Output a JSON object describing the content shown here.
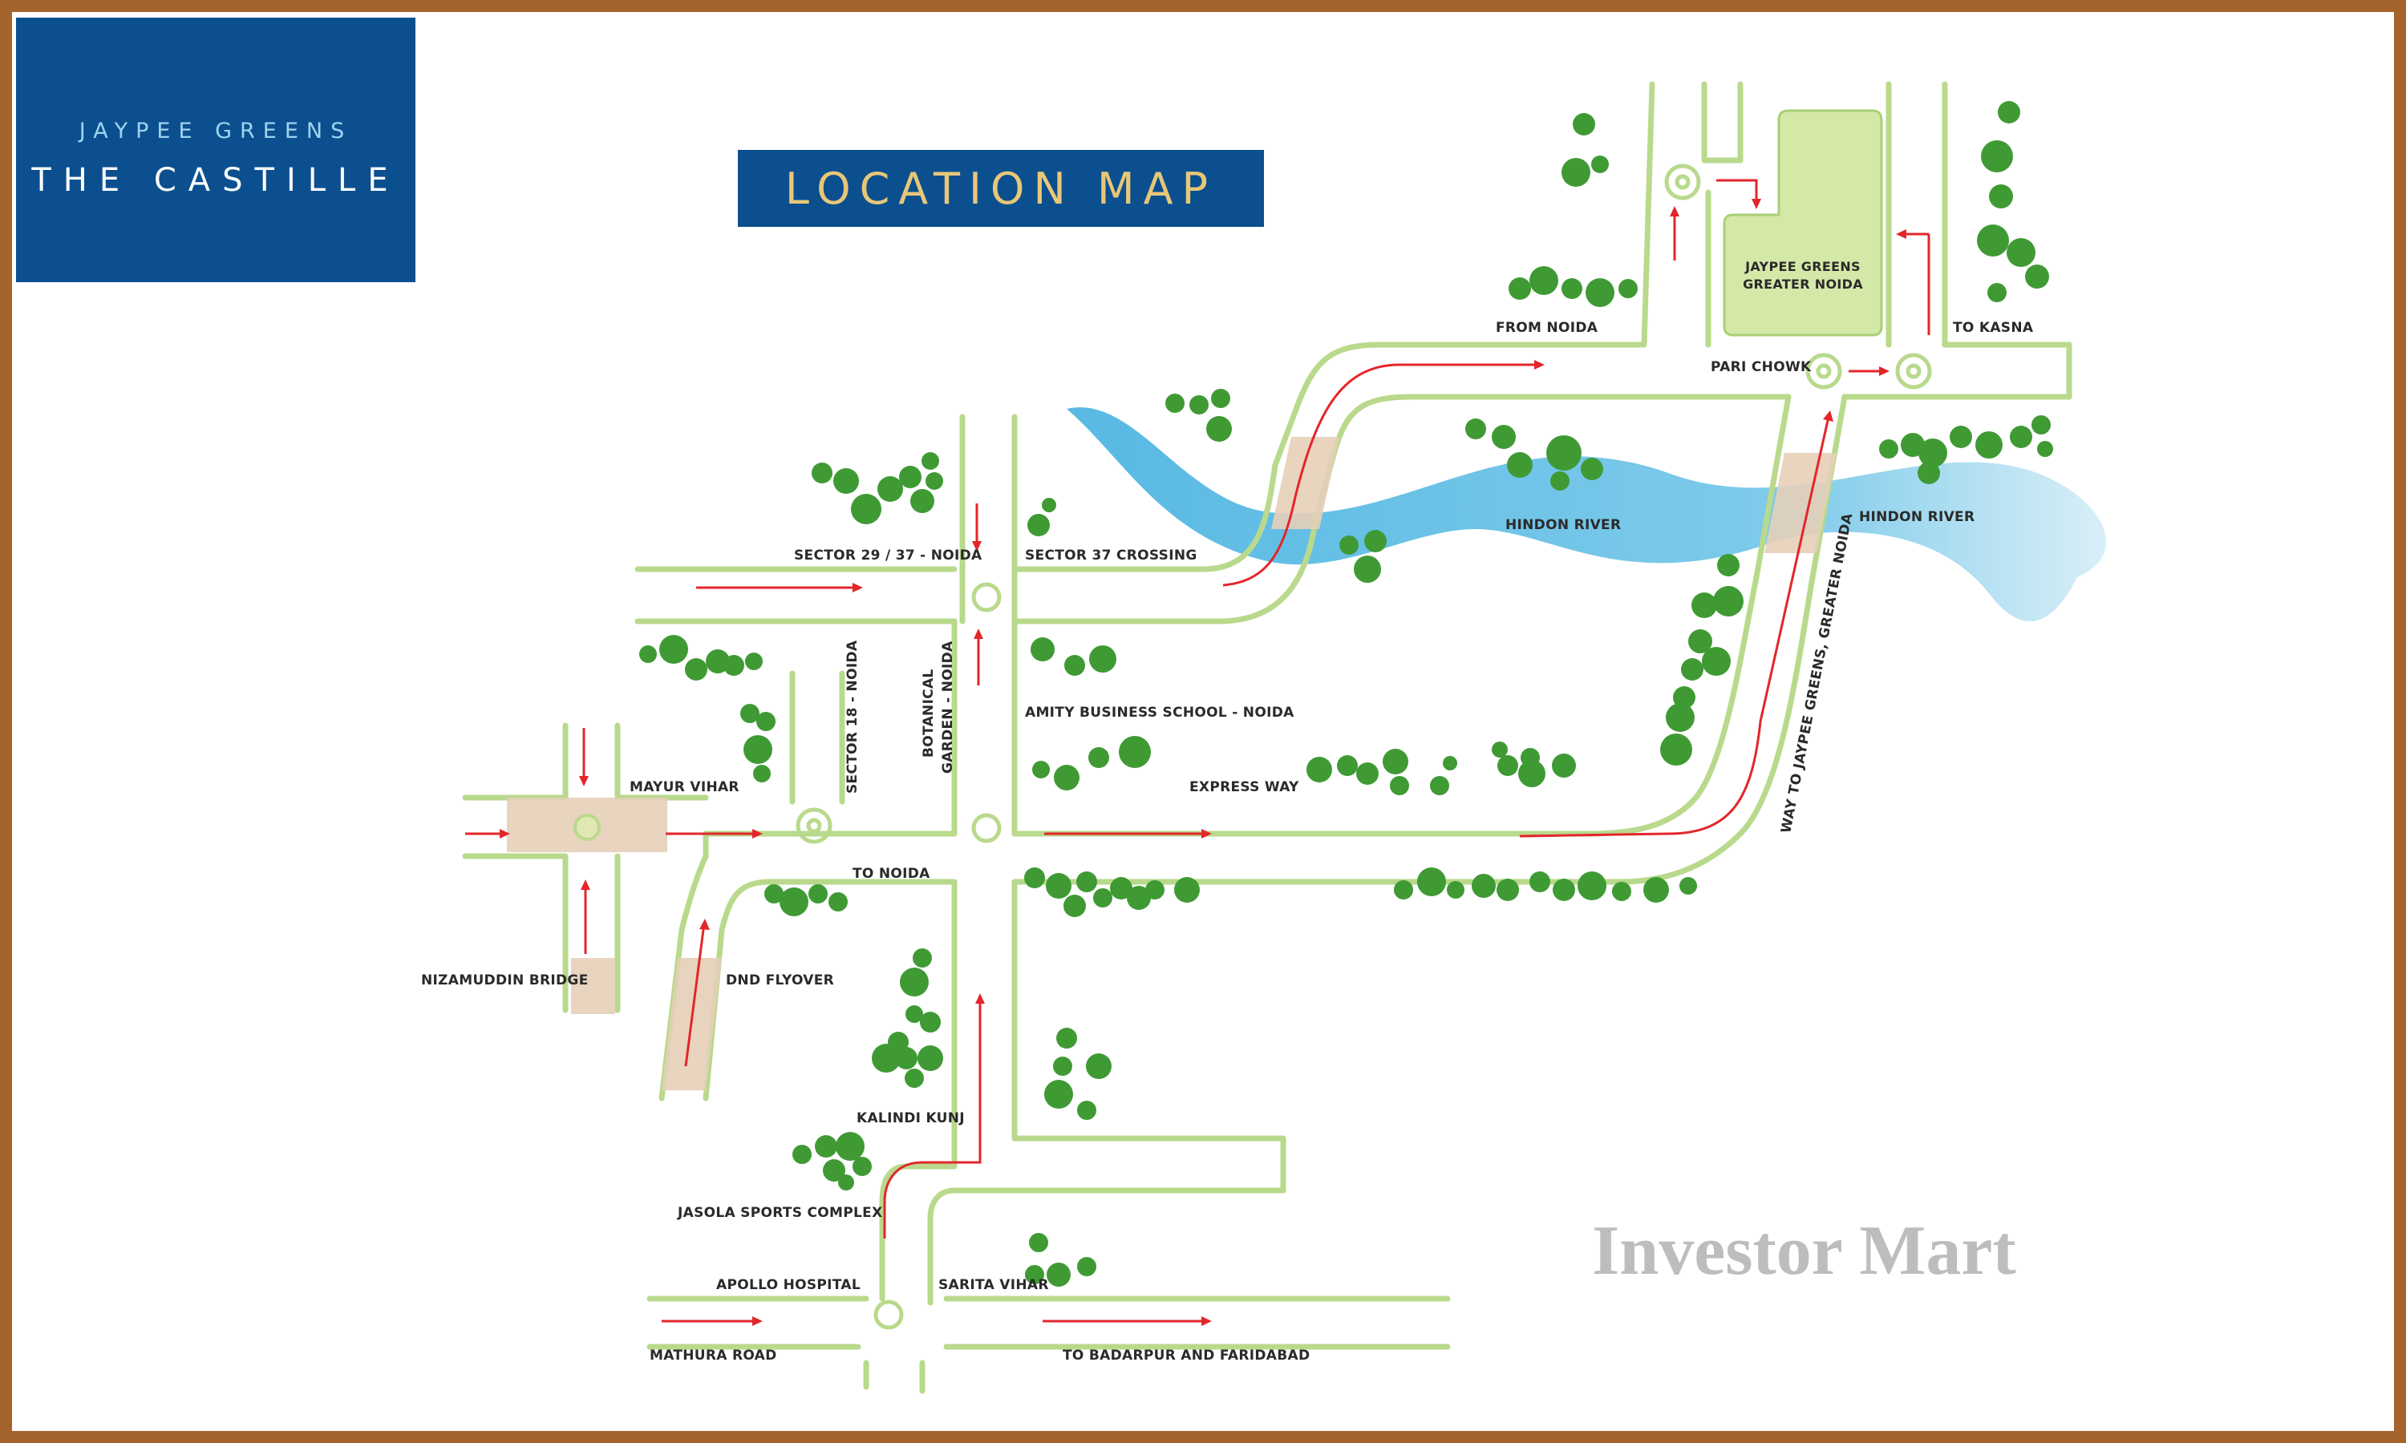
{
  "brand": {
    "line1": "JAYPEE GREENS",
    "line2": "THE CASTILLE"
  },
  "title": "LOCATION MAP",
  "watermark": "Investor Mart",
  "colors": {
    "frame": "#a5642b",
    "brand_blue": "#0b4f8f",
    "title_gold": "#e8c778",
    "road_edge": "#b9d98c",
    "river": "#7fc7e6",
    "arrow": "#e3262b",
    "tree": "#3f9a34",
    "bridge": "#e6cfb8",
    "project_block": "#d4e8a8"
  },
  "labels": {
    "from_noida": "FROM NOIDA",
    "to_kasna": "TO KASNA",
    "pari_chowk": "PARI CHOWK",
    "jaypee_line1": "JAYPEE GREENS",
    "jaypee_line2": "GREATER NOIDA",
    "hindon_1": "HINDON RIVER",
    "hindon_2": "HINDON RIVER",
    "sector_29": "SECTOR 29 / 37 - NOIDA",
    "sector_37": "SECTOR 37 CROSSING",
    "amity": "AMITY BUSINESS SCHOOL - NOIDA",
    "express_way": "EXPRESS WAY",
    "way_to_jaypee": "WAY TO JAYPEE GREENS, GREATER NOIDA",
    "mayur_vihar": "MAYUR VIHAR",
    "sector_18": "SECTOR 18 - NOIDA",
    "botanical_1": "BOTANICAL",
    "botanical_2": "GARDEN - NOIDA",
    "to_noida": "TO NOIDA",
    "nizamuddin": "NIZAMUDDIN BRIDGE",
    "dnd": "DND FLYOVER",
    "kalindi": "KALINDI KUNJ",
    "jasola": "JASOLA SPORTS COMPLEX",
    "apollo": "APOLLO HOSPITAL",
    "sarita": "SARITA VIHAR",
    "mathura": "MATHURA ROAD",
    "badarpur": "TO BADARPUR AND FARIDABAD"
  }
}
